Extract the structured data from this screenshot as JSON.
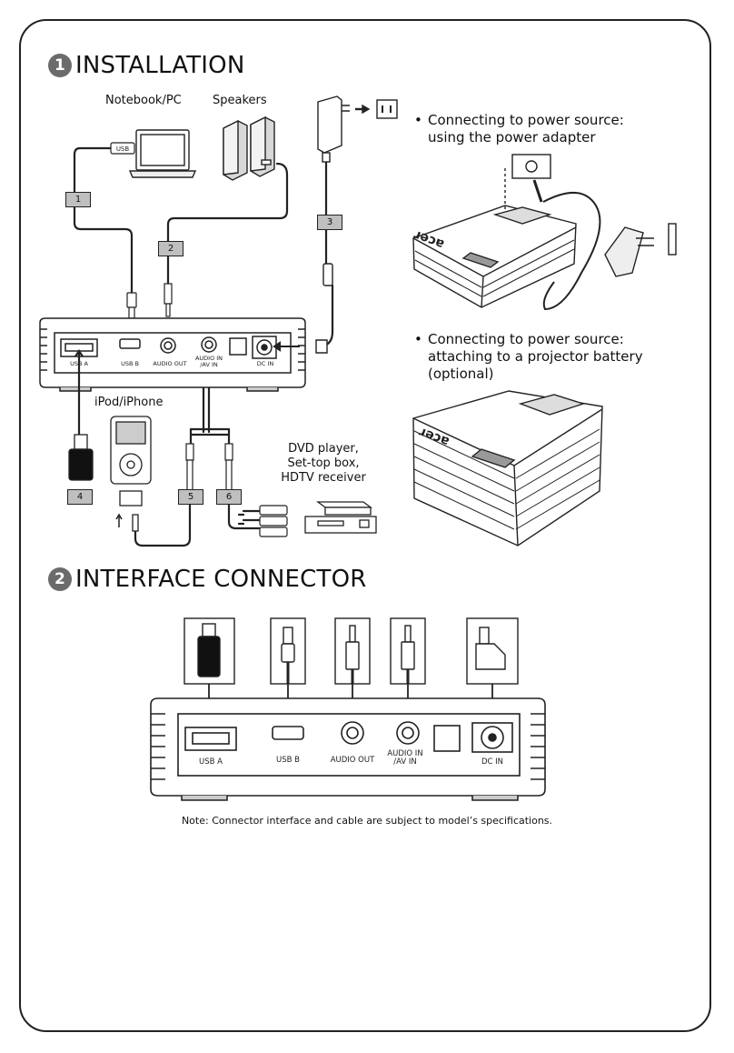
{
  "sections": {
    "installation": {
      "number": "1",
      "title": "INSTALLATION"
    },
    "interface": {
      "number": "2",
      "title": "INTERFACE CONNECTOR"
    }
  },
  "devices": {
    "notebook": "Notebook/PC",
    "speakers": "Speakers",
    "ipod": "iPod/iPhone",
    "dvd": [
      "DVD player,",
      "Set-top box,",
      "HDTV receiver"
    ],
    "usb_cable_tag": "USB"
  },
  "cable_numbers": [
    "1",
    "2",
    "3",
    "4",
    "5",
    "6"
  ],
  "power": {
    "adapter": [
      "Connecting to power source:",
      "using the power adapter"
    ],
    "battery": [
      "Connecting to power source:",
      "attaching to a projector battery",
      "(optional)"
    ]
  },
  "ports": {
    "usb_a": "USB A",
    "usb_b": "USB B",
    "audio_out": "AUDIO OUT",
    "audio_in_1": "AUDIO IN",
    "audio_in_2": "/AV IN",
    "dc_in": "DC IN"
  },
  "note": "Note: Connector interface and cable are subject to model’s specifications."
}
